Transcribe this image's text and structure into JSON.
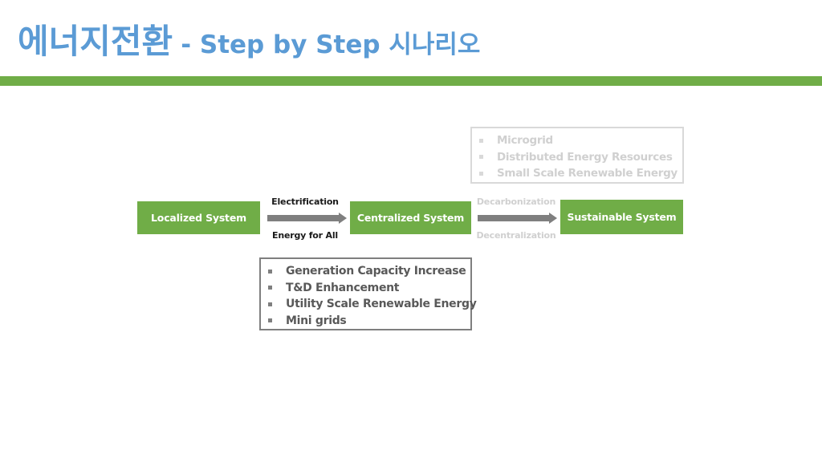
{
  "header": {
    "title_main": "에너지전환",
    "title_sub": "- Step by Step 시나리오"
  },
  "colors": {
    "title_blue": "#5b9bd5",
    "accent_green": "#70ad47",
    "arrow_gray": "#7f7f7f",
    "faded_gray": "#d0d0d0"
  },
  "diagram": {
    "stages": [
      {
        "label": "Localized System"
      },
      {
        "label": "Centralized System"
      },
      {
        "label": "Sustainable System"
      }
    ],
    "transitions": [
      {
        "top_label": "Electrification",
        "bottom_label": "Energy for All",
        "icon": "arrow-right-icon"
      },
      {
        "top_label": "Decarbonization",
        "bottom_label": "Decentralization",
        "icon": "arrow-right-icon"
      }
    ],
    "centralized_details": {
      "items": [
        "Generation Capacity Increase",
        "T&D Enhancement",
        "Utility Scale Renewable Energy",
        "Mini grids"
      ]
    },
    "sustainable_details": {
      "items": [
        "Microgrid",
        "Distributed Energy Resources",
        "Small Scale Renewable Energy"
      ]
    }
  }
}
